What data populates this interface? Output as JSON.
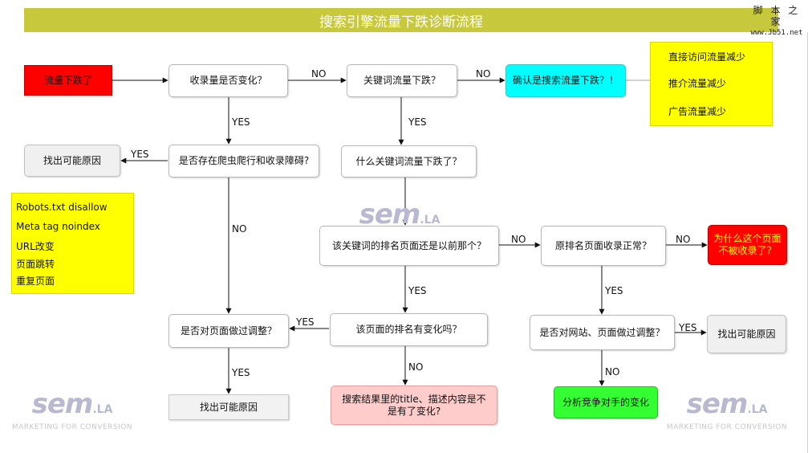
{
  "title": "搜索引擎流量下跌诊断流程",
  "site_logo": {
    "name": "脚 本 之 家",
    "url": "www.Jb51.net"
  },
  "watermark": {
    "brand": "sem",
    "tld": ".LA",
    "tagline": "MARKETING FOR CONVERSION"
  },
  "nodes": {
    "traffic_drop": "流量下跌了",
    "index_change": "收录量是否变化？",
    "keyword_drop": "关键词流量下跌？",
    "confirm_search": "确认是搜索流量下跌？！",
    "crawl_barrier": "是否存在爬虫爬行和收录障碍?",
    "find_cause_1": "找出可能原因",
    "which_keywords": "什么关键词流量下跌了？",
    "same_ranking_page": "该关键词的排名页面还是以前那个？",
    "orig_page_indexed": "原排名页面收录正常？",
    "why_not_indexed": "为什么这个页面不被收录了？",
    "page_rank_change": "该页面的排名有变化吗？",
    "page_adjusted": "是否对页面做过调整？",
    "site_adjusted": "是否对网站、页面做过调整？",
    "find_cause_2": "找出可能原因",
    "find_cause_3": "找出可能原因",
    "serp_title_desc": "搜索结果里的title、描述内容是不是有了变化?",
    "competitor": "分析竞争对手的变化"
  },
  "notes": {
    "traffic_types": [
      "直接访问流量减少",
      "推介流量减少",
      "广告流量减少"
    ],
    "crawl_causes": [
      "Robots.txt disallow",
      "Meta tag noindex",
      "URL改变",
      "页面跳转",
      "重复页面"
    ]
  },
  "edge_labels": {
    "no": "NO",
    "yes": "YES"
  },
  "colors": {
    "title_bar": "#c8c83c",
    "note_yellow": "#ffff00",
    "red": "#ff0000",
    "cyan": "#00ffff",
    "pink": "#ffcccc",
    "green": "#33ff33"
  }
}
